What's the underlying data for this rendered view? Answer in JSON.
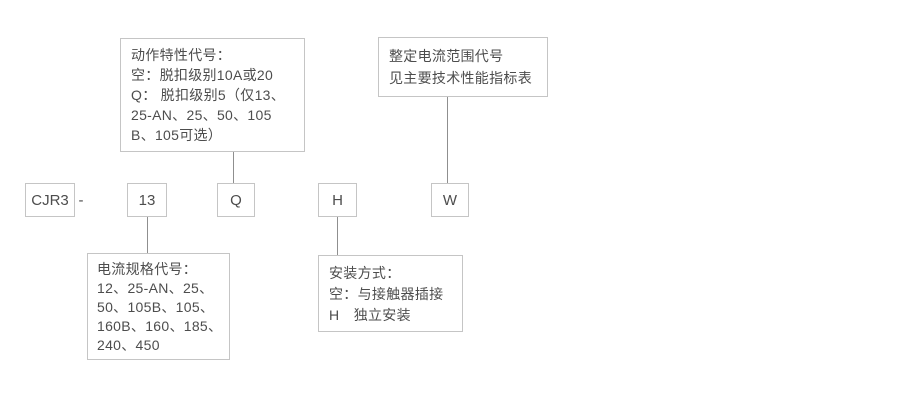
{
  "diagram": {
    "title": "CJR3 model designation diagram",
    "colors": {
      "border": "#c5c5c5",
      "text": "#4d4d4d",
      "line": "#8f8f8f",
      "background": "#ffffff"
    },
    "code": {
      "prefix": "CJR3",
      "separator": "-",
      "current_spec": "13",
      "action_characteristic": "Q",
      "mounting": "H",
      "current_range": "W"
    },
    "callouts": {
      "action": {
        "lines": [
          "动作特性代号：",
          "空：脱扣级别10A或20",
          "Q： 脱扣级别5（仅13、",
          "25-AN、25、50、105",
          "B、105可选）"
        ]
      },
      "range": {
        "lines": [
          "整定电流范围代号",
          "见主要技术性能指标表"
        ]
      },
      "spec": {
        "lines": [
          "电流规格代号：",
          "12、25-AN、25、",
          "50、105B、105、",
          "160B、160、185、",
          "240、450"
        ]
      },
      "mounting": {
        "lines": [
          "安装方式：",
          "空：与接触器插接",
          "H　独立安装"
        ]
      }
    }
  }
}
